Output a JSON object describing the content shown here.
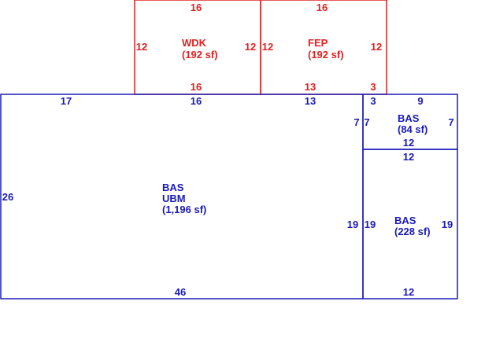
{
  "colors": {
    "addition_red": "#e02020",
    "structure_blue": "#1a1ab8",
    "background": "#ffffff"
  },
  "areas": {
    "wdk": {
      "line1": "WDK",
      "line2": "(192 sf)"
    },
    "fep": {
      "line1": "FEP",
      "line2": "(192 sf)"
    },
    "bas_ubm": {
      "line1": "BAS",
      "line2": "UBM",
      "line3": "(1,196 sf)"
    },
    "bas_small": {
      "line1": "BAS",
      "line2": "(84 sf)"
    },
    "bas_right": {
      "line1": "BAS",
      "line2": "(228 sf)"
    }
  },
  "dimensions": {
    "wdk_top": "16",
    "wdk_left": "12",
    "wdk_right": "12",
    "wdk_bottom": "16",
    "fep_top": "16",
    "fep_left": "12",
    "fep_right": "12",
    "fep_bottom_a": "13",
    "fep_bottom_b": "3",
    "main_top_a": "17",
    "main_top_b": "16",
    "main_top_c": "13",
    "main_left": "26",
    "main_right": "19",
    "main_bottom": "46",
    "small_top_a": "3",
    "small_top_b": "9",
    "small_left_outer": "7",
    "small_left": "7",
    "small_right": "7",
    "small_bottom": "12",
    "right_top": "12",
    "right_left": "19",
    "right_right": "19",
    "right_bottom": "12"
  }
}
